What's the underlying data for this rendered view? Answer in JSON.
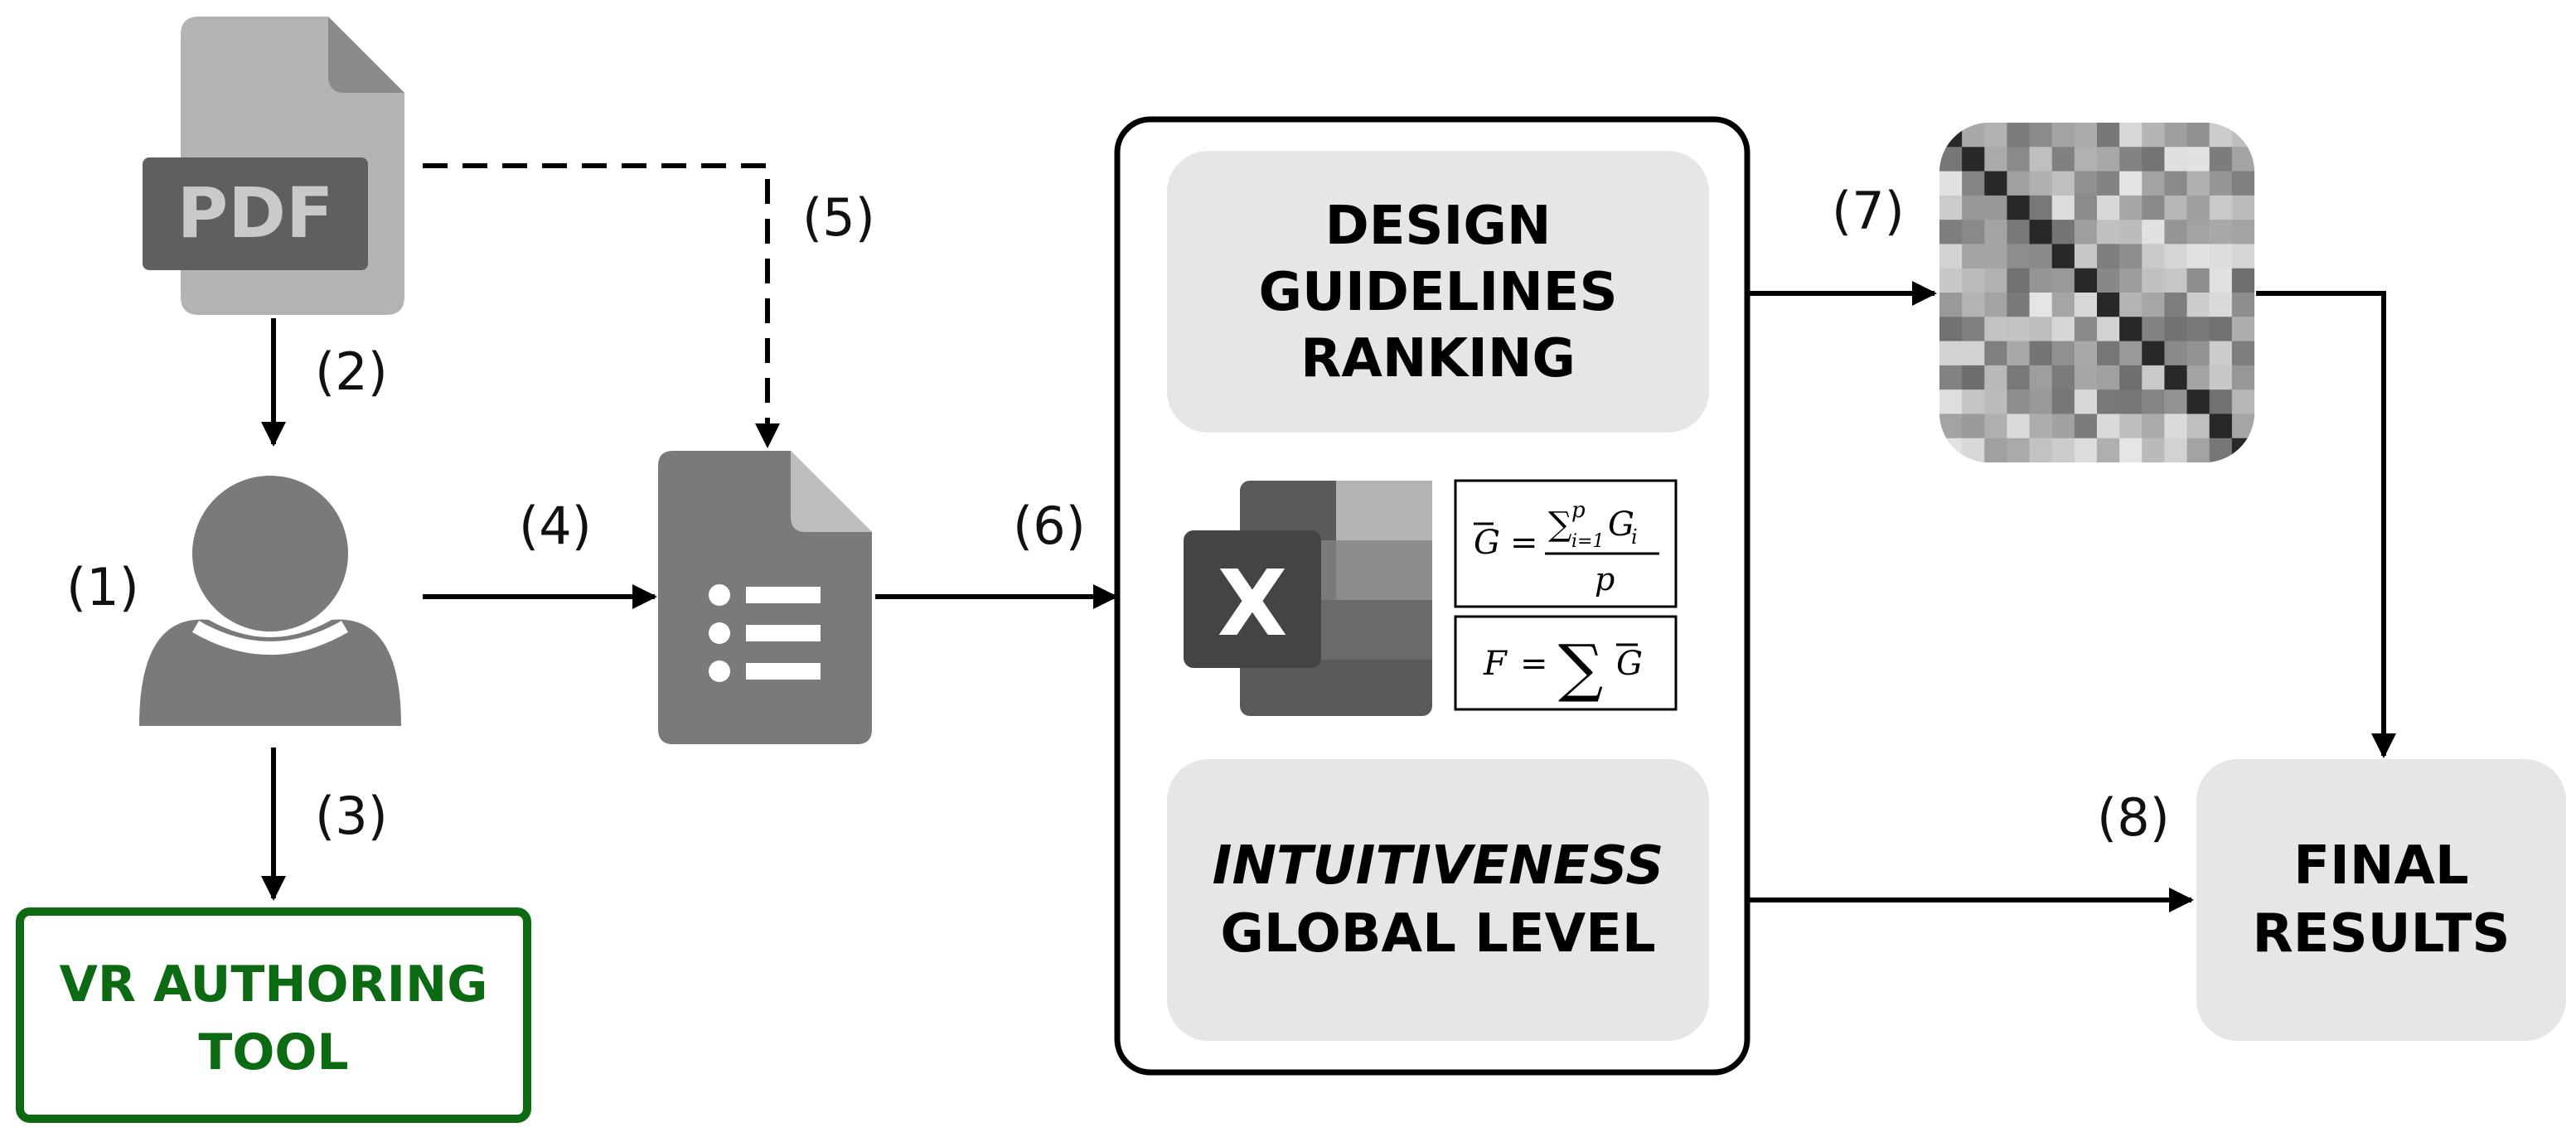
{
  "steps": {
    "s1": "(1)",
    "s2": "(2)",
    "s3": "(3)",
    "s4": "(4)",
    "s5": "(5)",
    "s6": "(6)",
    "s7": "(7)",
    "s8": "(8)"
  },
  "pdf_icon": {
    "label": "PDF"
  },
  "vr_tool": {
    "line1": "VR AUTHORING",
    "line2": "TOOL",
    "color": "#0c6a12"
  },
  "design_guidelines": {
    "line1": "DESIGN",
    "line2": "GUIDELINES",
    "line3": "RANKING"
  },
  "intuitiveness": {
    "line1": "INTUITIVENESS",
    "line2": "GLOBAL LEVEL"
  },
  "final_results": {
    "line1": "FINAL",
    "line2": "RESULTS"
  },
  "excel_icon": {
    "letter": "X"
  },
  "icons": [
    "pdf-file-icon",
    "user-icon",
    "form-document-icon",
    "excel-icon",
    "correlation-matrix-icon"
  ],
  "formulas": {
    "g_bar": "G̅ = Σᵢ₌₁ᵖ Gᵢ / p",
    "f_sum": "F = Σ G̅"
  },
  "colors": {
    "panel": "#e6e6e6",
    "icon_gray": "#7a7a7a",
    "green": "#0c6a12"
  }
}
